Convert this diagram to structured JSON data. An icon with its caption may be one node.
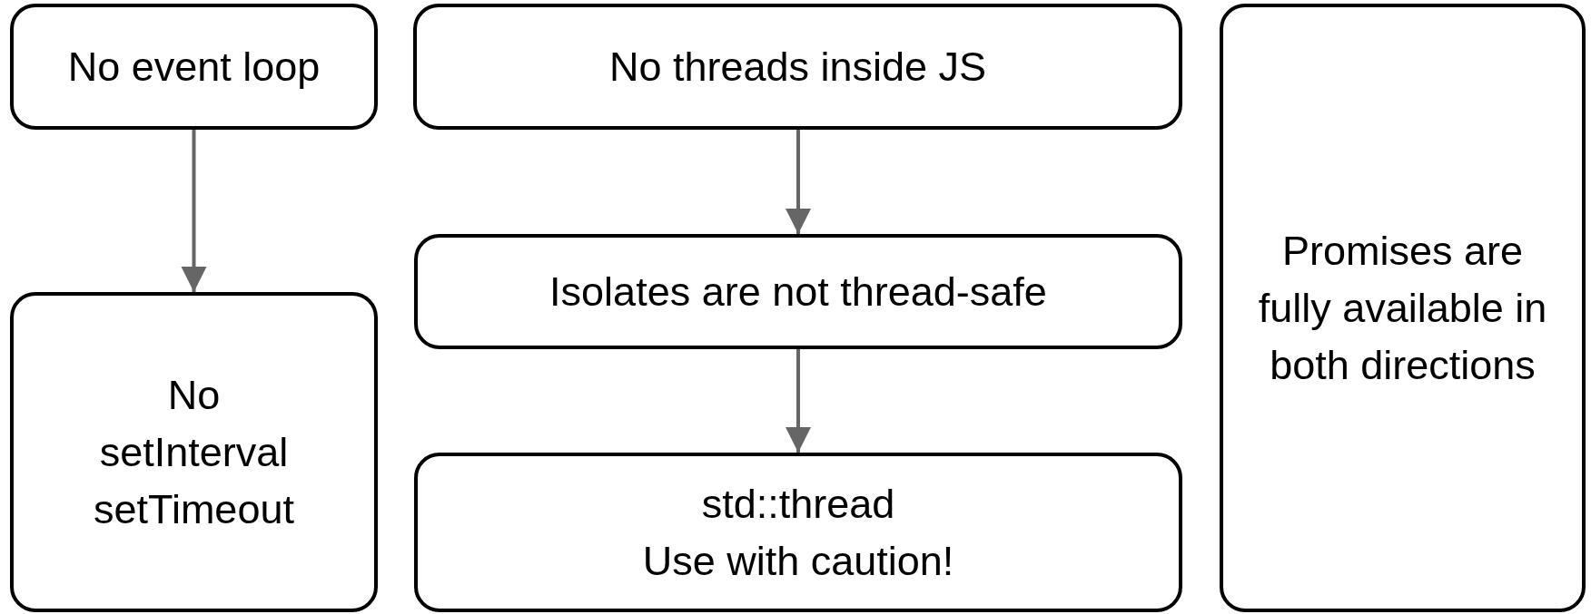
{
  "diagram": {
    "nodes": [
      {
        "text": [
          "No event loop"
        ]
      },
      {
        "text": [
          "No setInterval setTimeout"
        ]
      },
      {
        "text": [
          "No threads inside JS"
        ]
      },
      {
        "text": [
          "Isolates are not thread-safe"
        ]
      },
      {
        "text": [
          "std::thread",
          "Use with caution!"
        ]
      },
      {
        "text": [
          "Promises are fully available in both directions"
        ]
      }
    ],
    "edges": [
      {
        "from": 0,
        "to": 1,
        "arrow": "to"
      },
      {
        "from": 2,
        "to": 3,
        "arrow": "to"
      },
      {
        "from": 3,
        "to": 4,
        "arrow": "to"
      }
    ]
  }
}
